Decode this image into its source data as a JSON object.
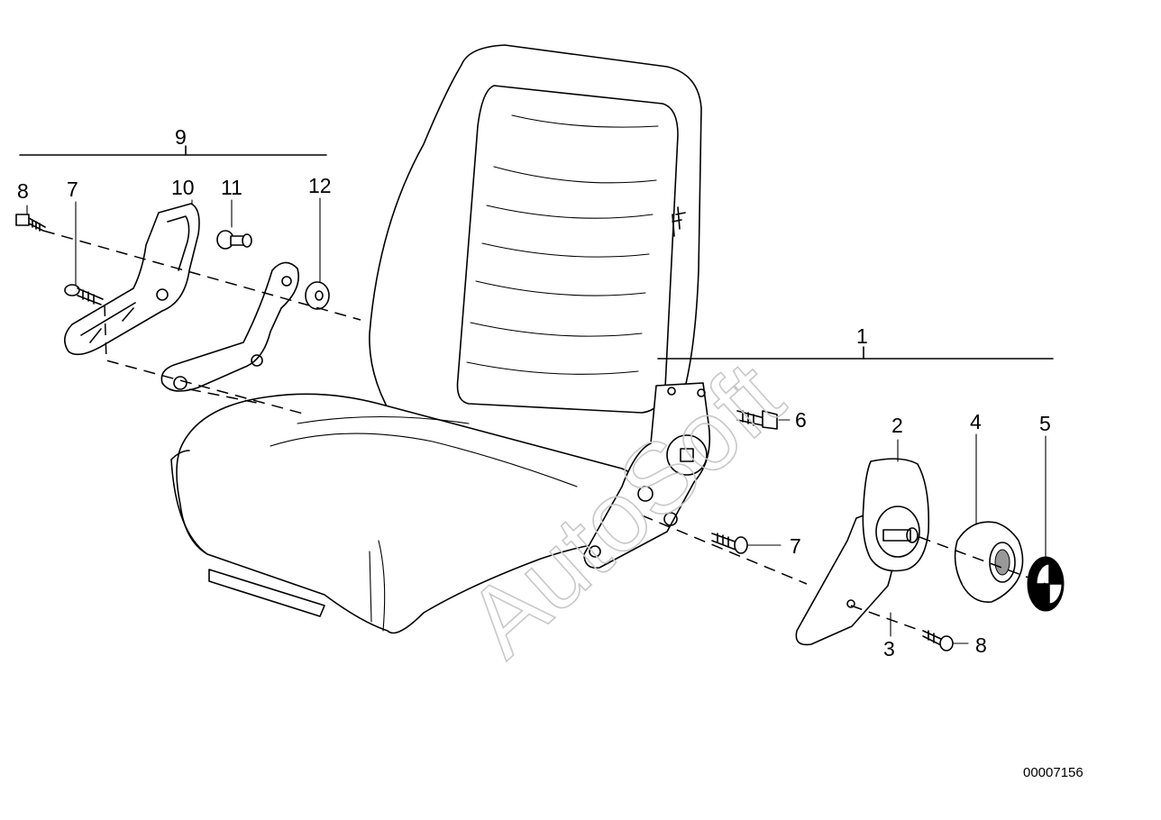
{
  "callouts": {
    "c1": "1",
    "c2": "2",
    "c3": "3",
    "c4": "4",
    "c5": "5",
    "c6": "6",
    "c7_right": "7",
    "c8_right": "8",
    "c9": "9",
    "c10": "10",
    "c11": "11",
    "c12": "12",
    "c8_left": "8",
    "c7_left": "7"
  },
  "watermark": "AutoSoft",
  "catalog_number": "00007156"
}
